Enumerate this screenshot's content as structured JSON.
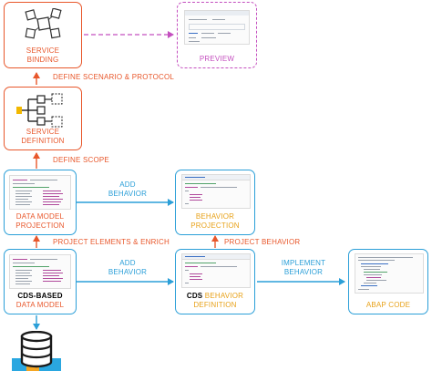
{
  "nodes": {
    "service_binding": {
      "line1": "SERVICE",
      "line2": "BINDING"
    },
    "preview": {
      "label": "PREVIEW"
    },
    "service_definition": {
      "line1": "SERVICE",
      "line2": "DEFINITION"
    },
    "data_model_projection": {
      "line1": "DATA MODEL",
      "line2": "PROJECTION"
    },
    "behavior_projection": {
      "line1": "BEHAVIOR",
      "line2": "PROJECTION"
    },
    "cds_data_model": {
      "line1": "CDS-BASED",
      "line2": "DATA MODEL"
    },
    "cds_behavior_definition": {
      "prefix": "CDS",
      "line1": "BEHAVIOR",
      "line2": "DEFINITION"
    },
    "abap_code": {
      "label": "ABAP CODE"
    }
  },
  "edges": {
    "define_scenario": "DEFINE SCENARIO & PROTOCOL",
    "define_scope": "DEFINE SCOPE",
    "add_behavior_top": {
      "line1": "ADD",
      "line2": "BEHAVIOR"
    },
    "project_elements": "PROJECT ELEMENTS & ENRICH",
    "project_behavior": "PROJECT BEHAVIOR",
    "add_behavior_bottom": {
      "line1": "ADD",
      "line2": "BEHAVIOR"
    },
    "implement_behavior": {
      "line1": "IMPLEMENT",
      "line2": "BEHAVIOR"
    }
  },
  "colors": {
    "orange": "#e8572b",
    "blue": "#2b9fd8",
    "purple": "#c44fbf",
    "amber": "#e8a21a"
  },
  "icons": [
    "network-icon",
    "tree-structure-icon",
    "database-icon"
  ]
}
